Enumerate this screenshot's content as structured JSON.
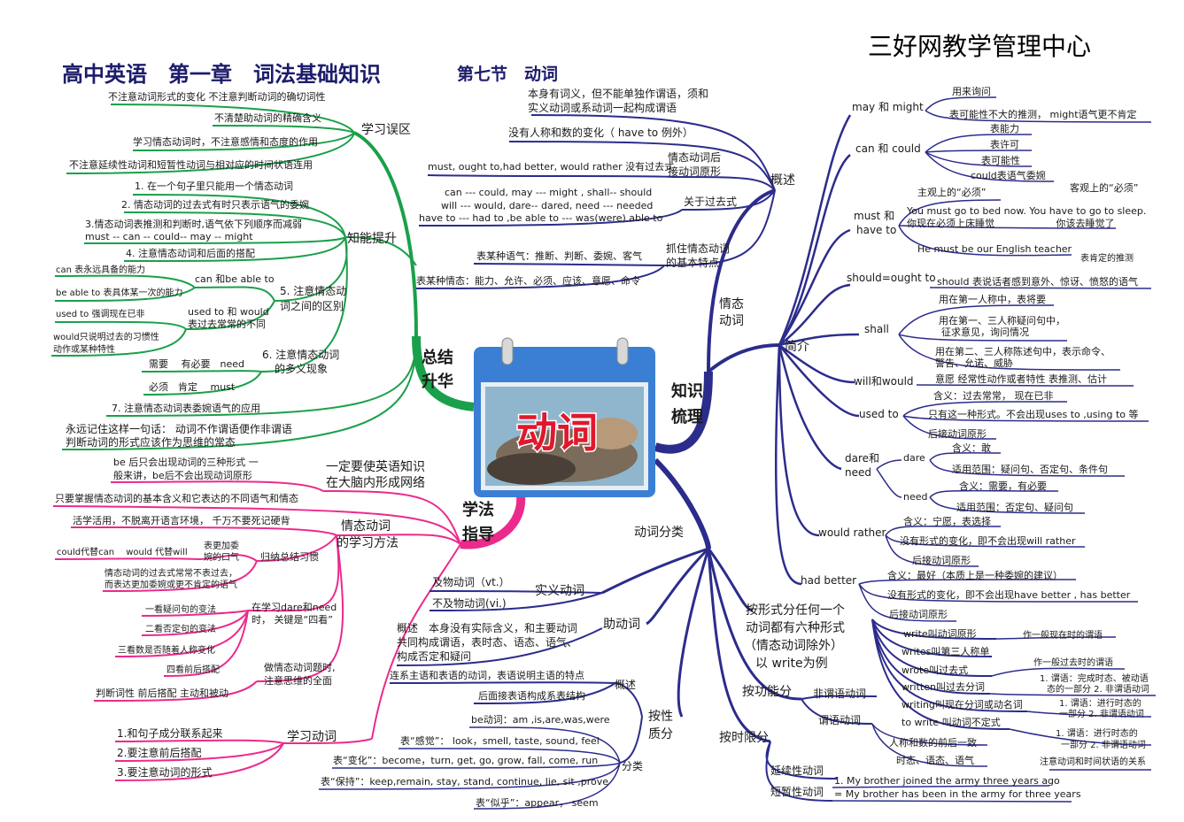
{
  "header": {
    "title": "高中英语　第一章　词法基础知识",
    "section": "第七节　动词",
    "brand": "三好网教学管理中心"
  },
  "center": {
    "word": "动词"
  },
  "main_branches": {
    "summary": [
      "总结",
      "升华"
    ],
    "knowledge": [
      "知识",
      "梳理"
    ],
    "method": [
      "学法",
      "指导"
    ],
    "classify": "动词分类",
    "modal": [
      "情态",
      "动词"
    ]
  },
  "summary": {
    "mistakes_title": "学习误区",
    "mistakes": [
      "不注意动词形式的变化 不注意判断动词的确切词性",
      "不清楚助动词的精确含义",
      "学习情态动词时，不注意感情和态度的作用",
      "不注意延续性动词和短暂性动词与相对应的时间状语连用"
    ],
    "skills_title": "知能提升",
    "skills": [
      "1. 在一个句子里只能用一个情态动词",
      "2. 情态动词的过去式有时只表示语气的委婉",
      "3.情态动词表推测和判断时,语气依下列顺序而减弱",
      "must -- can -- could-- may -- might",
      "4. 注意情态动词和后面的搭配"
    ],
    "diff_title": [
      "5. 注意情态动",
      "词之间的区别"
    ],
    "can_be_able": "can 和be able to",
    "can_desc": "can 表永远具备的能力",
    "be_able_desc": "be able to 表具体某一次的能力",
    "used_would": [
      "used to 和 would",
      "表过去常常的不同"
    ],
    "used_desc": "used to 强调现在已非",
    "would_desc": [
      "would只说明过去的习惯性",
      "动作或某种特性"
    ],
    "multi_title": [
      "6. 注意情态动词",
      "的多义现象"
    ],
    "need_line": "需要　 有必要　need",
    "must_line": "必须　肯定　 must",
    "polite": "7. 注意情态动词表委婉语气的应用",
    "remember": [
      "永远记住这样一句话：  动词不作谓语便作非谓语",
      "判断动词的形式应该作为思维的常态"
    ]
  },
  "method": {
    "network": [
      "一定要使英语知识",
      "在大脑内形成网络"
    ],
    "be_note": [
      "be 后只会出现动词的三种形式 一",
      "般来讲，be后不会出现动词原形"
    ],
    "master": "只要掌握情态动词的基本含义和它表达的不同语气和情态",
    "modal_title": [
      "情态动词",
      "的学习方法"
    ],
    "live": "活学活用，不脱离开语言环境， 千万不要死记硬背",
    "summary_habit": "归纳总结习惯",
    "polite_tone": [
      "表更加委",
      "婉的口气"
    ],
    "could_can": "could代替can　 would 代替will",
    "past_tense": [
      "情态动词的过去式常常不表过去，",
      "而表达更加委婉或更不肯定的语气"
    ],
    "four_looks_title": [
      "在学习dare和need",
      "时， 关键是“四看”"
    ],
    "four_looks": [
      "一看疑问句的变法",
      "二看否定句的变法",
      "三看数是否随着人称变化",
      "四看前后搭配"
    ],
    "whole": [
      "做情态动词题时,",
      "注意思维的全面"
    ],
    "judge": "判断词性  前后搭配  主动和被动",
    "verb_title": "学习动词",
    "verb_points": [
      "1.和句子成分联系起来",
      "2.要注意前后搭配",
      "3.要注意动词的形式"
    ]
  },
  "overview": {
    "title": "概述",
    "meaning": [
      "本身有词义，但不能单独作谓语，须和",
      "实义动词或系动词一起构成谓语"
    ],
    "no_change": "没有人称和数的变化（ have to 例外）",
    "base_form_title": [
      "情态动词后",
      "接动词原形"
    ],
    "base_form": "must, ought to,had better, would rather 没有过去式",
    "past_title": "关于过去式",
    "past": [
      "can --- could, may --- might , shall-- should",
      "will --- would, dare-- dared, need --- needed",
      "have to --- had to ,be able to --- was(were) able to"
    ],
    "feature_title": [
      "抓住情态动词",
      "的基本特点"
    ],
    "tone": "表某种语气：推断、判断、委婉、客气",
    "mood": "表某种情态：能力、允许、必须、应该、意愿、命令"
  },
  "intro": {
    "title": "简介",
    "may_might": "may 和 might",
    "may_items": [
      "用来询问",
      "表可能性不大的推测， might语气更不肯定"
    ],
    "can_could": "can 和 could",
    "can_items": [
      "表能力",
      "表许可",
      "表可能性",
      "could表语气委婉"
    ],
    "must_have": [
      "must 和",
      "have to"
    ],
    "subjective": "主观上的“必须”",
    "objective": "客观上的“必须”",
    "must_ex1": "You must go to bed now. You have to go to sleep.",
    "must_ex2": "你现在必须上床睡觉　　　　　　 你该去睡觉了",
    "must_ex3": "He must be our English teacher",
    "must_ex3_note": "表肯定的推测",
    "should": "should=ought to",
    "should_desc": "should 表说话者感到意外、惊讶、愤怒的语气",
    "shall": "shall",
    "shall_items": [
      "用在第一人称中，表将要",
      "用在第一、三人称疑问句中，",
      "征求意见，询问情况",
      "用在第二、三人称陈述句中，表示命令、",
      "警告、允诺、威胁"
    ],
    "will_would": "will和would",
    "will_desc": "意愿  经常性动作或者特性  表推测、估计",
    "used_to": "used to",
    "used_items": [
      "含义：过去常常， 现在已非",
      "只有这一种形式。不会出现uses to ,using to 等",
      "后接动词原形"
    ],
    "dare_need": [
      "dare和",
      "need"
    ],
    "dare": "dare",
    "dare_items": [
      "含义：敢",
      "适用范围：疑问句、否定句、条件句"
    ],
    "need": "need",
    "need_items": [
      "含义：需要，有必要",
      "适用范围：否定句、疑问句"
    ],
    "would_rather": "would rather",
    "wr_items": [
      "含义：宁愿，表选择",
      "没有形式的变化，即不会出现will rather",
      "后接动词原形"
    ],
    "had_better": "had better",
    "hb_items": [
      "含义：最好（本质上是一种委婉的建议）",
      "没有形式的变化，即不会出现have better , has better",
      "后接动词原形"
    ]
  },
  "classify": {
    "notional": "实义动词",
    "vt": "及物动词（vt.）",
    "vi": "不及物动词(vi.)",
    "auxiliary": "助动词",
    "aux_desc": [
      "概述　本身没有实际含义，和主要动词",
      "共同构成谓语，表时态、语态、语气、",
      "构成否定和疑问"
    ],
    "linking_title": "按性",
    "linking_title2": "质分",
    "overview": "概述",
    "link_desc": "连系主语和表语的动词，表语说明主语的特点",
    "link_desc2": "后面接表语构成系表结构",
    "kinds": "分类",
    "link_items": [
      "be动词：am ,is,are,was,were",
      "表“感觉”：  look，smell, taste, sound, feel",
      "表“变化”：become，turn, get, go, grow,  fall, come, run",
      "表“保持”：keep,remain, stay, stand, continue, lie, sit ,prove",
      "表“似乎”：appear， seem"
    ],
    "six_forms": [
      "按形式分任何一个",
      "动词都有六种形式",
      "（情态动词除外）",
      "以 write为例"
    ],
    "forms": [
      "write叫动词原形",
      "writes叫第三人称单",
      "wrote叫过去式",
      "written叫过去分词",
      "writing叫现在分词或动名词",
      "to write 叫动词不定式"
    ],
    "form_notes": [
      "作一般现在时的谓语",
      "作一般过去时的谓语",
      "1. 谓语：完成时态、被动语",
      "态的一部分 2. 非谓语动词",
      "1. 谓语：进行时态的",
      "一部分 2. 非谓语动词",
      "1. 谓语：进行时态的",
      "一部分 2. 非谓语动词"
    ],
    "by_function": "按功能分",
    "non_predicate": "非谓语动词",
    "predicate": "谓语动词",
    "pred_items": [
      "人称和数的前后一致",
      "时态、语态、语气"
    ],
    "by_time": "按时限分",
    "continuous": "延续性动词",
    "momentary": "短暂性动词",
    "time_note": "注意动词和时间状语的关系",
    "time_ex1": "1. My brother joined the army three years ago",
    "time_ex2": "= My brother has been in the army for three years"
  },
  "colors": {
    "green": "#1aa04a",
    "blue": "#2c2c8c",
    "pink": "#ec2a8c",
    "red": "#e0182d"
  }
}
